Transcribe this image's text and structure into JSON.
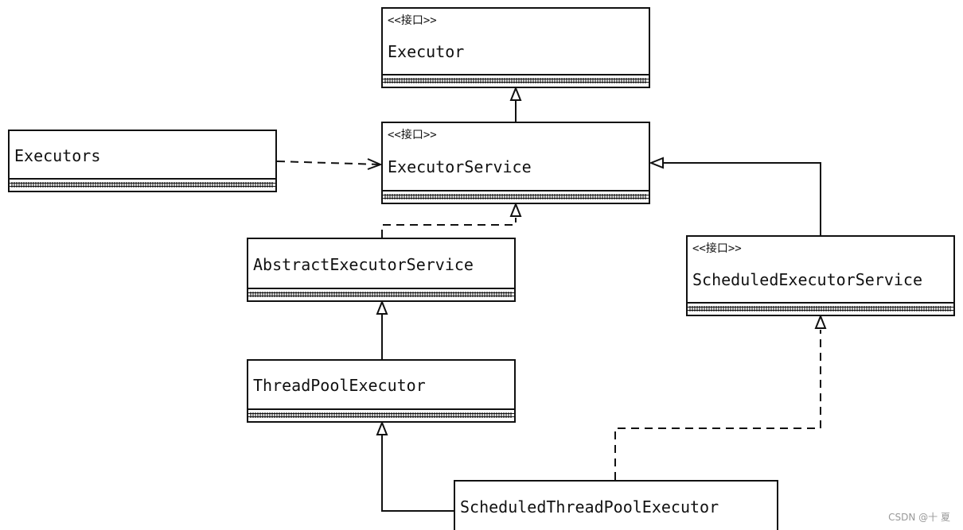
{
  "classes": {
    "executor": {
      "stereotype": "<<接口>>",
      "name": "Executor"
    },
    "executors": {
      "name": "Executors"
    },
    "executor_service": {
      "stereotype": "<<接口>>",
      "name": "ExecutorService"
    },
    "abstract_executor_service": {
      "name": "AbstractExecutorService"
    },
    "scheduled_executor_service": {
      "stereotype": "<<接口>>",
      "name": "ScheduledExecutorService"
    },
    "thread_pool_executor": {
      "name": "ThreadPoolExecutor"
    },
    "scheduled_thread_pool_executor": {
      "name": "ScheduledThreadPoolExecutor"
    }
  },
  "relations": [
    {
      "from": "ExecutorService",
      "to": "Executor",
      "kind": "generalization"
    },
    {
      "from": "Executors",
      "to": "ExecutorService",
      "kind": "dependency"
    },
    {
      "from": "AbstractExecutorService",
      "to": "ExecutorService",
      "kind": "realization"
    },
    {
      "from": "ScheduledExecutorService",
      "to": "ExecutorService",
      "kind": "generalization"
    },
    {
      "from": "ThreadPoolExecutor",
      "to": "AbstractExecutorService",
      "kind": "generalization"
    },
    {
      "from": "ScheduledThreadPoolExecutor",
      "to": "ThreadPoolExecutor",
      "kind": "generalization"
    },
    {
      "from": "ScheduledThreadPoolExecutor",
      "to": "ScheduledExecutorService",
      "kind": "realization"
    }
  ],
  "watermark": "CSDN @十 夏"
}
